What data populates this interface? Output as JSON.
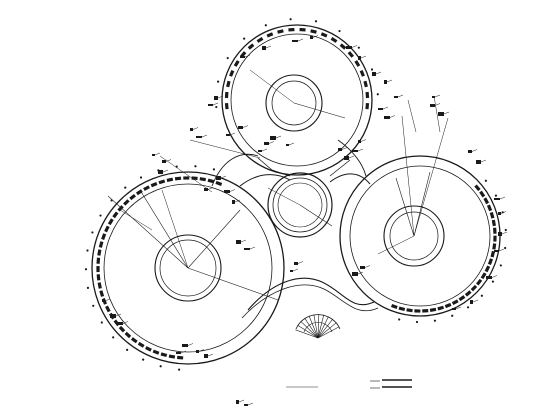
{
  "drawing": {
    "caption": "",
    "scale_note": "",
    "legend_lines": [
      "",
      ""
    ],
    "line_color": "#1a1a1a",
    "background": "#ffffff"
  },
  "circles": [
    {
      "name": "top-circle",
      "kind": "ring-with-core"
    },
    {
      "name": "left-large-circle",
      "kind": "ring-with-core"
    },
    {
      "name": "center-small-circle",
      "kind": "ring"
    },
    {
      "name": "right-circle",
      "kind": "ring-with-core"
    }
  ]
}
